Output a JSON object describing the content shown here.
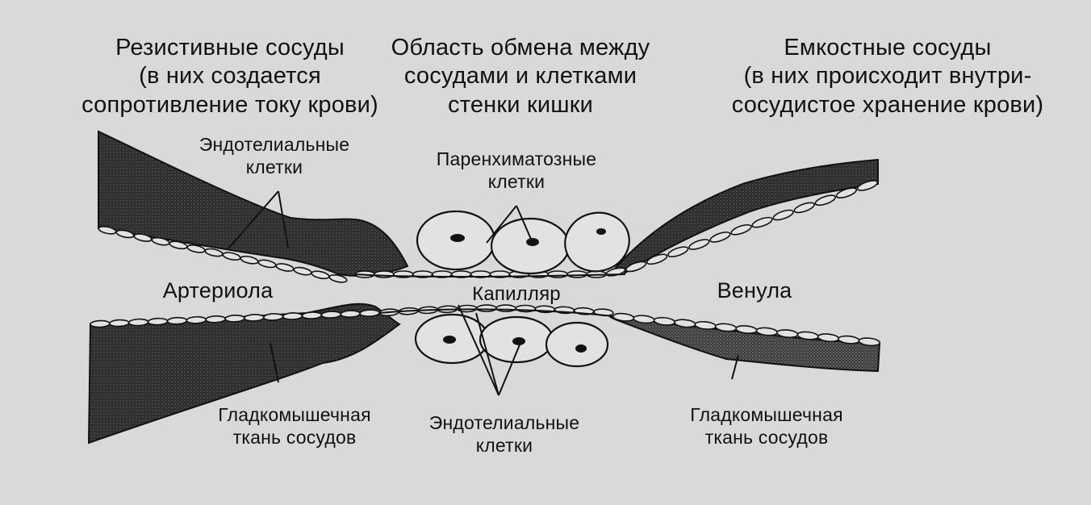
{
  "labels": {
    "resistive": "Резистивные сосуды\n(в них создается\nсопротивление току крови)",
    "exchange": "Область обмена между\nсосудами и клетками\nстенки кишки",
    "capacitive": "Емкостные сосуды\n(в них происходит внутри-\nсосудистое хранение крови)",
    "endothelial_top": "Эндотелиальные\nклетки",
    "parenchymal": "Паренхиматозные\nклетки",
    "arteriole": "Артериола",
    "capillary": "Капилляр",
    "venule": "Венула",
    "smooth_left": "Гладкомышечная\nткань сосудов",
    "endothelial_bottom": "Эндотелиальные\nклетки",
    "smooth_right": "Гладкомышечная\nткань сосудов"
  },
  "colors": {
    "background": "#d9d9d9",
    "tissue": "#3a3a3a",
    "line": "#111111",
    "cell_fill": "#e2e2e2"
  }
}
